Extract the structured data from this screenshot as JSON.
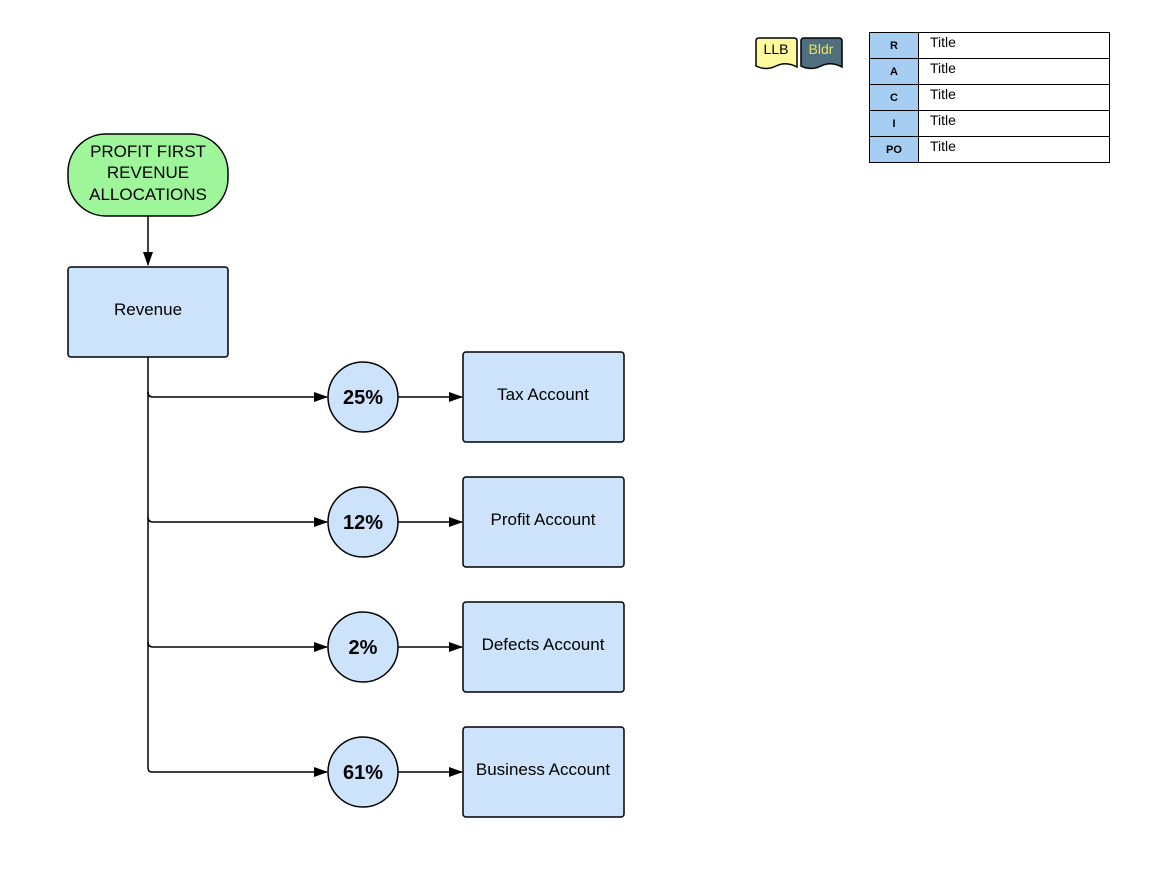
{
  "colors": {
    "start_fill": "#9ef59a",
    "box_fill": "#cce3fb",
    "stroke": "#000000",
    "llb_badge": "#fdfa9e",
    "bldr_badge": "#4f6e7e",
    "bldr_text": "#f2e05a",
    "raci_key_fill": "#a6cdf2"
  },
  "start": {
    "lines": [
      "PROFIT FIRST",
      "REVENUE",
      "ALLOCATIONS"
    ]
  },
  "source": {
    "label": "Revenue"
  },
  "allocations": [
    {
      "percent": "25%",
      "account": "Tax Account"
    },
    {
      "percent": "12%",
      "account": "Profit Account"
    },
    {
      "percent": "2%",
      "account": "Defects Account"
    },
    {
      "percent": "61%",
      "account": "Business Account"
    }
  ],
  "badges": {
    "llb": "LLB",
    "bldr": "Bldr"
  },
  "raci": [
    {
      "key": "R",
      "title": "Title"
    },
    {
      "key": "A",
      "title": "Title"
    },
    {
      "key": "C",
      "title": "Title"
    },
    {
      "key": "I",
      "title": "Title"
    },
    {
      "key": "PO",
      "title": "Title"
    }
  ]
}
